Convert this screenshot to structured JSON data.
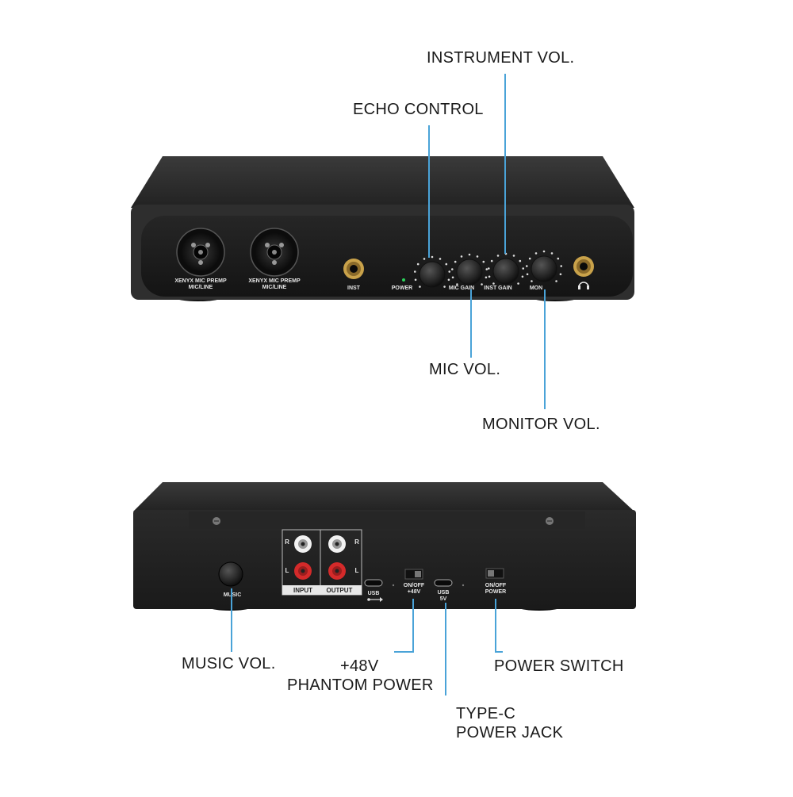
{
  "front_panel": {
    "combo_jack_label_line1": "XENYX MIC PREMP",
    "combo_jack_label_line2": "MIC/LINE",
    "inst_label": "INST",
    "power_label": "POWER",
    "knob_labels": [
      "MIC GAIN",
      "INST GAIN",
      "MON"
    ],
    "headphone_symbol": "headphones-icon"
  },
  "rear_panel": {
    "music_label": "MUSIC",
    "rca_r": "R",
    "rca_l": "L",
    "input_label": "INPUT",
    "output_label": "OUTPUT",
    "usb_label": "USB",
    "phantom_switch_line1": "ON/OFF",
    "phantom_switch_line2": "+48V",
    "usb5v_line1": "USB",
    "usb5v_line2": "5V",
    "power_switch_line1": "ON/OFF",
    "power_switch_line2": "POWER"
  },
  "callouts": {
    "instrument_vol": "INSTRUMENT VOL.",
    "echo_control": "ECHO CONTROL",
    "mic_vol": "MIC VOL.",
    "monitor_vol": "MONITOR VOL.",
    "music_vol": "MUSIC VOL.",
    "phantom_line1": "+48V",
    "phantom_line2": "PHANTOM POWER",
    "power_switch": "POWER SWITCH",
    "typec_line1": "TYPE-C",
    "typec_line2": "POWER JACK"
  },
  "colors": {
    "leader_line": "#4aa3d8",
    "chassis": "#2b2b2b",
    "face": "#1c1c1c",
    "rca_white": "#f2f2f2",
    "rca_red": "#d42a2a",
    "gold": "#c9a24a"
  }
}
